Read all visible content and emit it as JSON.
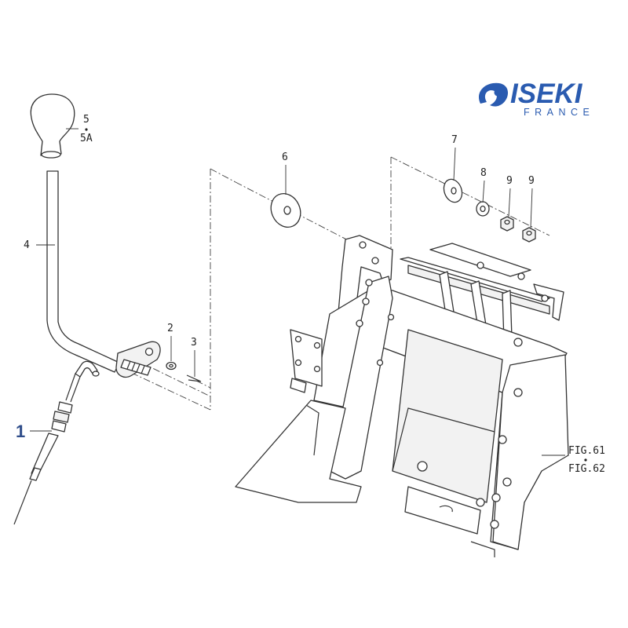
{
  "logo": {
    "brand": "ISEKI",
    "country": "FRANCE",
    "color": "#2a5bb0"
  },
  "callouts": {
    "c1": "1",
    "c2": "2",
    "c3": "3",
    "c4": "4",
    "c5": "5",
    "c5a": "5A",
    "c6": "6",
    "c7": "7",
    "c8": "8",
    "c9a": "9",
    "c9b": "9"
  },
  "figure_refs": {
    "ref1": "FIG.61",
    "ref2": "FIG.62"
  },
  "colors": {
    "line": "#333333",
    "highlight": "#2f4d8a"
  }
}
